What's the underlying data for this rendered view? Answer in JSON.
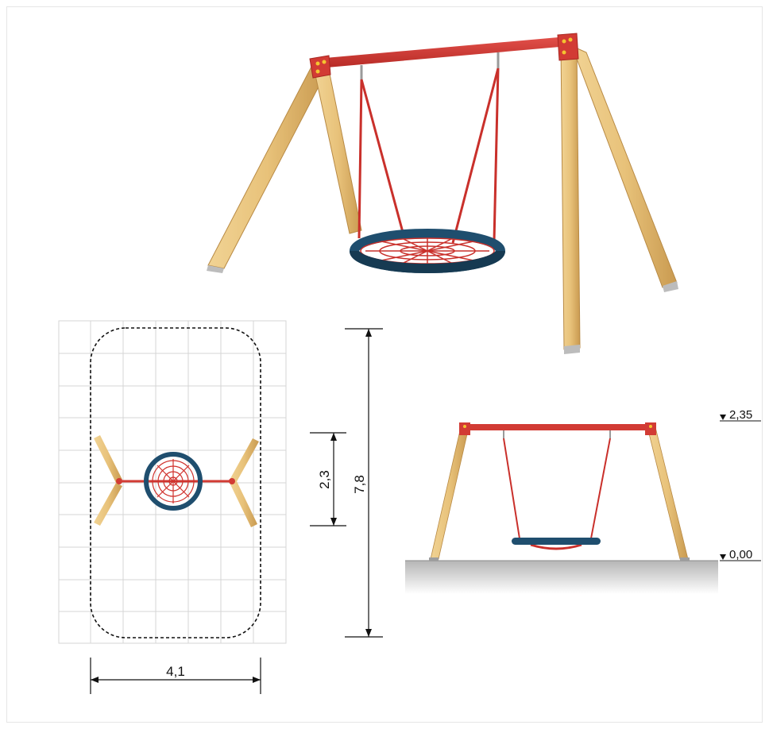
{
  "dimensions": {
    "total_length": "7,8",
    "swing_zone": "2,3",
    "width": "4,1",
    "top_height": "2,35",
    "ground_level": "0,00"
  },
  "colors": {
    "wood": "#e8c27a",
    "wood_shade": "#c99a50",
    "steel": "#d23b34",
    "seat_ring": "#1f4e6e",
    "net": "#d0312c",
    "ground": "#bdbdbd",
    "grid": "#d6d6d6"
  },
  "icons": {
    "level_marker": "triangle-down-icon"
  }
}
